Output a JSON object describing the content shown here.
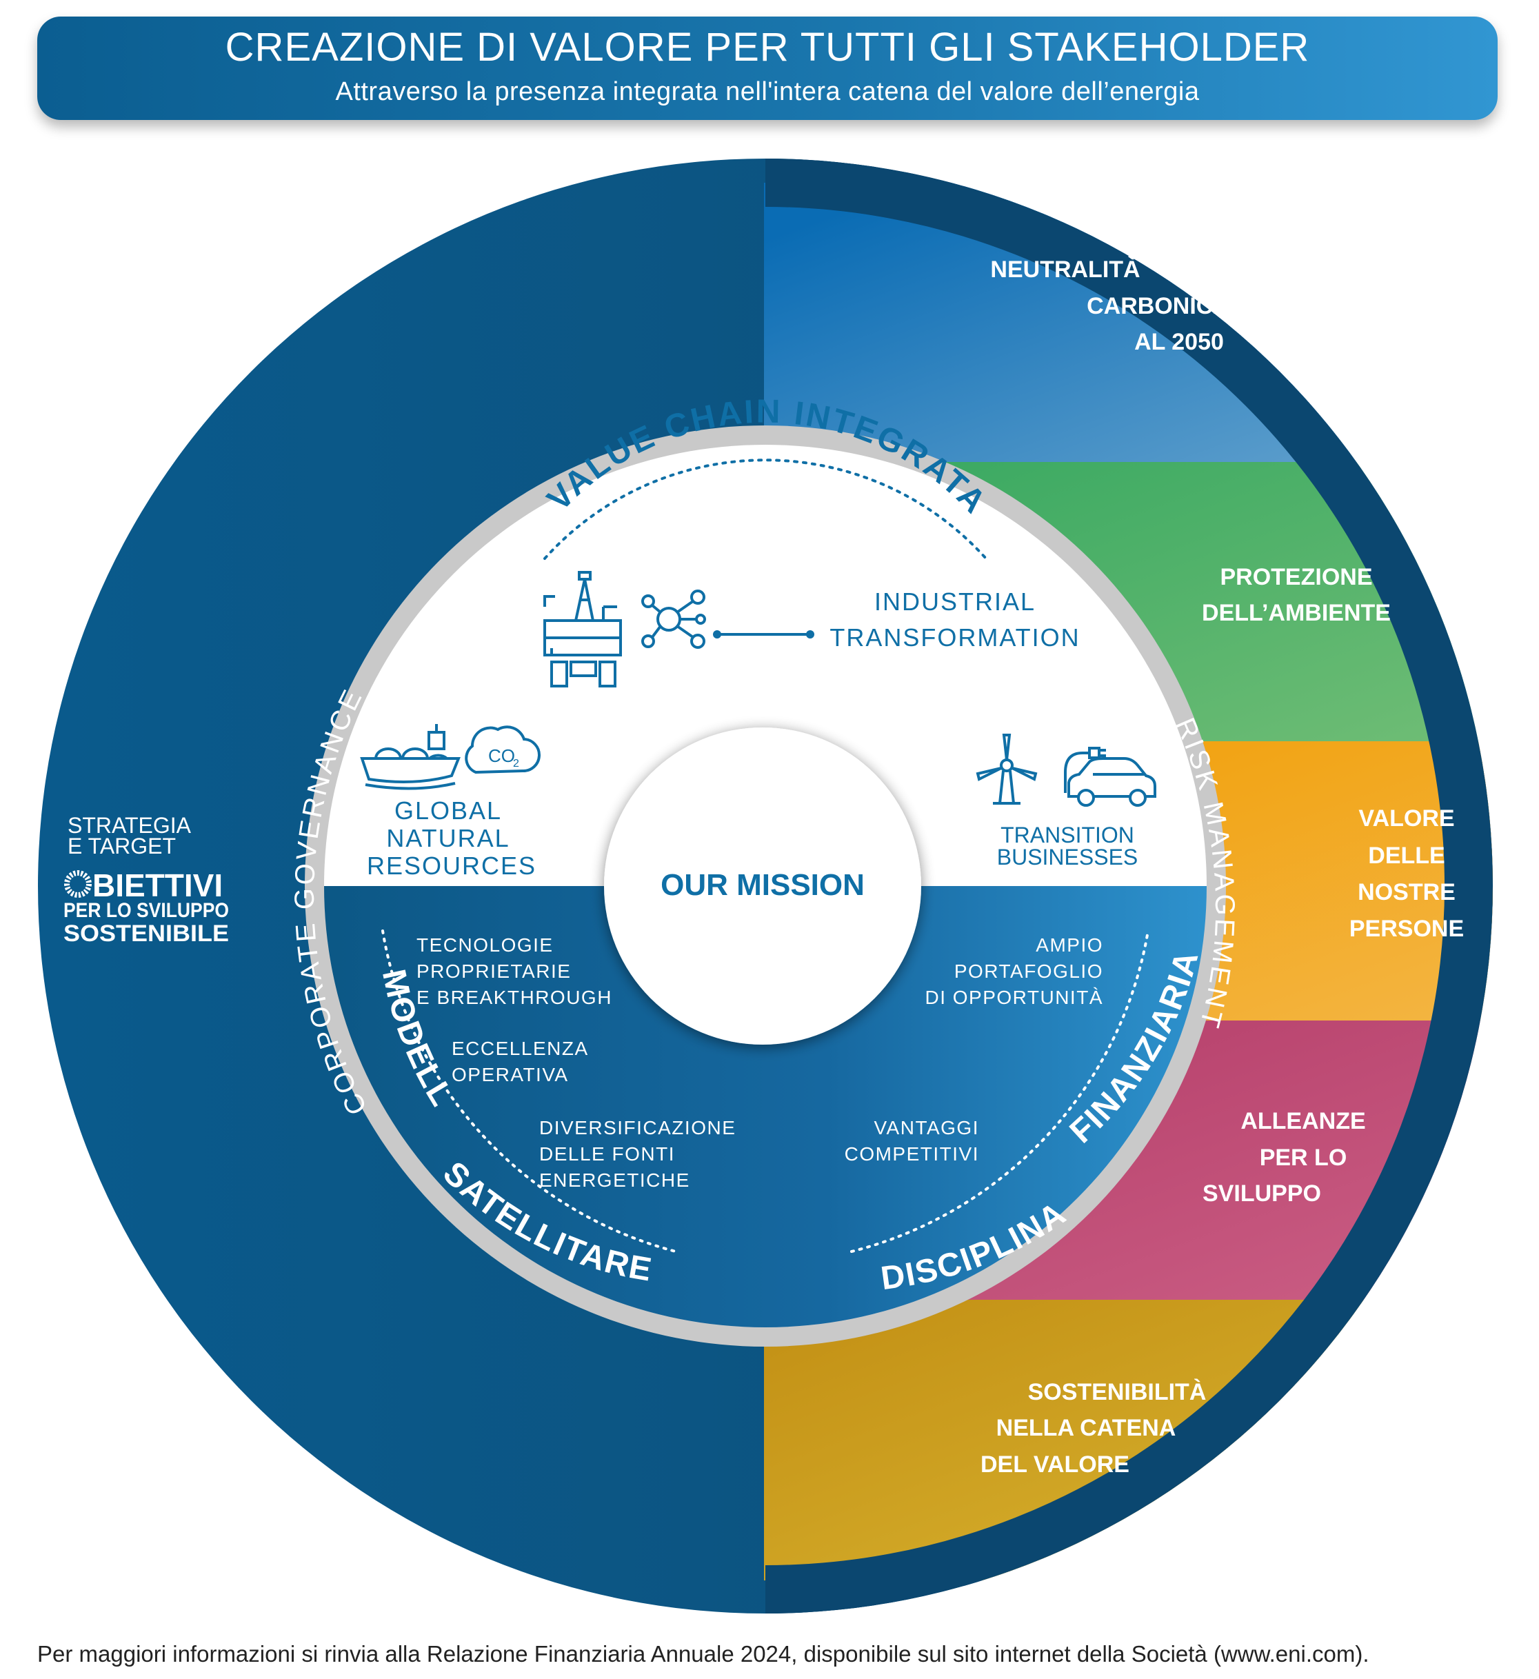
{
  "header": {
    "title": "CREAZIONE DI VALORE PER TUTTI GLI STAKEHOLDER",
    "subtitle": "Attraverso la presenza integrata nell'intera catena del valore dell’energia"
  },
  "left_panel": {
    "strategy_line1": "STRATEGIA",
    "strategy_line2": "E TARGET",
    "sdg_line1": "BIETTIVI",
    "sdg_line2": "PER LO SVILUPPO",
    "sdg_line3": "SOSTENIBILE"
  },
  "segments": [
    {
      "lines": [
        "NEUTRALITÀ",
        "CARBONICA",
        "AL 2050"
      ],
      "color_a": "#0a6cb4",
      "color_b": "#5b9ccb"
    },
    {
      "lines": [
        "PROTEZIONE",
        "DELL’AMBIENTE"
      ],
      "color_a": "#3aab5f",
      "color_b": "#6bbb73"
    },
    {
      "lines": [
        "VALORE",
        "DELLE",
        "NOSTRE",
        "PERSONE"
      ],
      "color_a": "#f4a000",
      "color_b": "#f3b33a"
    },
    {
      "lines": [
        "ALLEANZE",
        "PER LO",
        "SVILUPPO"
      ],
      "color_a": "#b8416b",
      "color_b": "#c8587f"
    },
    {
      "lines": [
        "SOSTENIBILITÀ",
        "NELLA CATENA",
        "DEL VALORE"
      ],
      "color_a": "#c99716",
      "color_b": "#d7b22c"
    }
  ],
  "ring": {
    "left_label": "CORPORATE GOVERNANCE",
    "right_label": "RISK MANAGEMENT"
  },
  "inner": {
    "top_arc": "VALUE CHAIN INTEGRATA",
    "industrial_line1": "INDUSTRIAL",
    "industrial_line2": "TRANSFORMATION",
    "global_line1": "GLOBAL",
    "global_line2": "NATURAL",
    "global_line3": "RESOURCES",
    "transition_line1": "TRANSITION",
    "transition_line2": "BUSINESSES",
    "mission": "OUR MISSION",
    "co2": "CO",
    "co2_sub": "2",
    "left_items": [
      [
        "TECNOLOGIE",
        "PROPRIETARIE",
        "E BREAKTHROUGH"
      ],
      [
        "ECCELLENZA",
        "OPERATIVA"
      ],
      [
        "DIVERSIFICAZIONE",
        "DELLE FONTI",
        "ENERGETICHE"
      ]
    ],
    "right_items": [
      [
        "AMPIO",
        "PORTAFOGLIO",
        "DI OPPORTUNITÀ"
      ],
      [
        "VANTAGGI",
        "COMPETITIVI"
      ]
    ],
    "arc_modello": "MODELLO",
    "arc_satellitare": "SATELLITARE",
    "arc_disciplina": "DISCIPLINA",
    "arc_finanziaria": "FINANZIARIA"
  },
  "footer": {
    "note": "Per maggiori informazioni si rinvia alla Relazione Finanziaria Annuale 2024, disponibile sul sito internet della Società (www.eni.com)."
  },
  "colors": {
    "outer_dark": "#0b5683",
    "ring_gray": "#cbcbcb",
    "lower_blue_a": "#0b5683",
    "lower_blue_b": "#2f92cf",
    "text_blue": "#0f6fa6"
  }
}
